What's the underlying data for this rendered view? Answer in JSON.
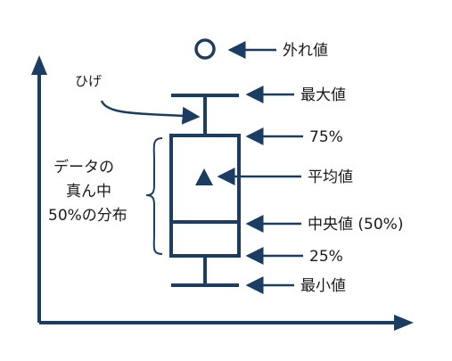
{
  "colors": {
    "stroke": "#1c3d63",
    "text": "#1a1a1a",
    "background": "#ffffff"
  },
  "labels": {
    "outlier": "外れ値",
    "max": "最大値",
    "q3": "75%",
    "mean": "平均値",
    "median": "中央値 (50%)",
    "q1": "25%",
    "min": "最小値",
    "whisker": "ひげ",
    "middle_line1": "データの",
    "middle_line2": "真ん中",
    "middle_line3": "50%の分布"
  }
}
